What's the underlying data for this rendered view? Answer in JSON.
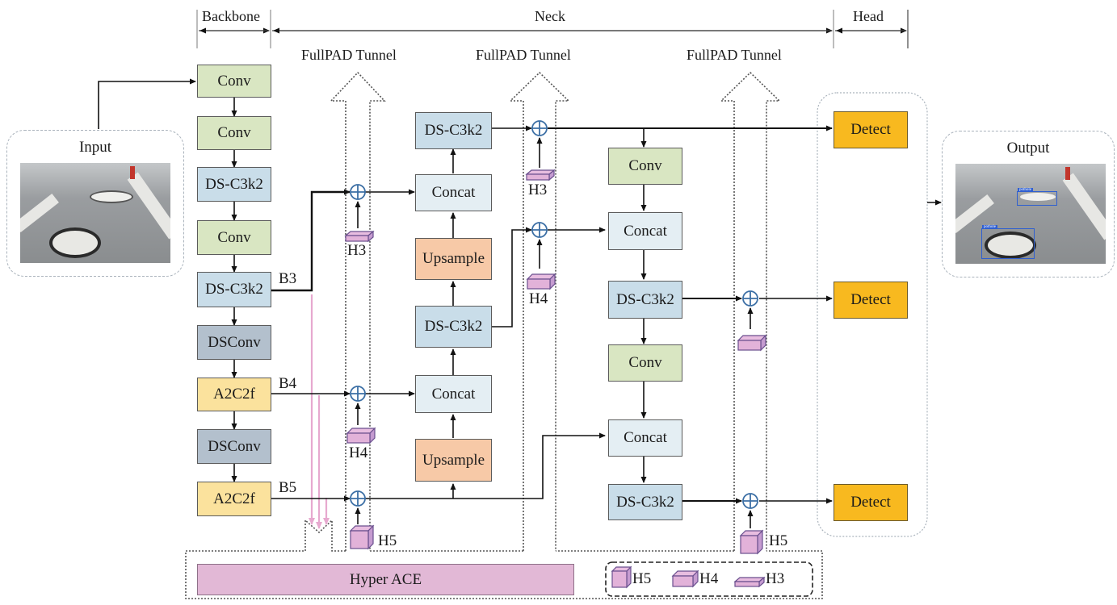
{
  "sections": {
    "backbone": "Backbone",
    "neck": "Neck",
    "head": "Head"
  },
  "tunnels": [
    "FullPAD Tunnel",
    "FullPAD Tunnel",
    "FullPAD Tunnel"
  ],
  "input": {
    "title": "Input"
  },
  "output": {
    "title": "Output",
    "detections": [
      "pothole",
      "pothole"
    ]
  },
  "backbone": {
    "blocks": [
      "Conv",
      "Conv",
      "DS-C3k2",
      "Conv",
      "DS-C3k2",
      "DSConv",
      "A2C2f",
      "DSConv",
      "A2C2f"
    ],
    "taps": [
      "B3",
      "B4",
      "B5"
    ]
  },
  "neck": {
    "col1": [
      "DS-C3k2",
      "Concat",
      "Upsample",
      "DS-C3k2",
      "Concat",
      "Upsample"
    ],
    "col2": [
      "Conv",
      "Concat",
      "DS-C3k2",
      "Conv",
      "Concat",
      "DS-C3k2"
    ]
  },
  "head": {
    "blocks": [
      "Detect",
      "Detect",
      "Detect"
    ]
  },
  "hyper_labels": {
    "t1_h3": "H3",
    "t1_h4": "H4",
    "t1_h5": "H5",
    "t2_h3": "H3",
    "t2_h4": "H4",
    "t3_h5": "H5"
  },
  "hyper_ace": {
    "label": "Hyper ACE"
  },
  "legend": {
    "items": [
      "H5",
      "H4",
      "H3"
    ]
  },
  "colors": {
    "conv": "#d9e6c2",
    "ds_c3k2": "#c9dde9",
    "dsconv": "#b3c0cd",
    "a2c2f": "#fbe29d",
    "concat": "#e4eef3",
    "upsample": "#f7c9a7",
    "detect": "#f8b91f",
    "hyper": "#e2b8d6",
    "plus_node": "#3c6fa5",
    "pink_arrow": "#e7a9cf"
  }
}
